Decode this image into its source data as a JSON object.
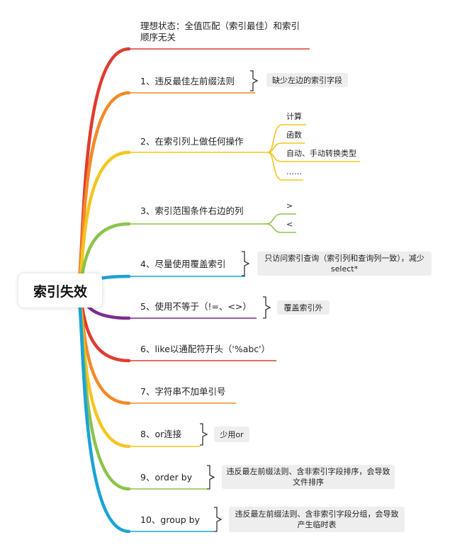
{
  "root": {
    "label": "索引失效"
  },
  "branches": [
    {
      "label": "理想状态：全值匹配（索引最佳）和索引",
      "label2": "顺序无关",
      "color": "#e03b2f"
    },
    {
      "label": "1、违反最佳左前缀法则",
      "color": "#f28a28",
      "note": "缺少左边的索引字段"
    },
    {
      "label": "2、在索引列上做任何操作",
      "color": "#f5c51f",
      "children": [
        "计算",
        "函数",
        "自动、手动转换类型",
        "……"
      ]
    },
    {
      "label": "3、索引范围条件右边的列",
      "color": "#8bc34a",
      "children": [
        ">",
        "<"
      ]
    },
    {
      "label": "4、尽量使用覆盖索引",
      "color": "#1ba3d6",
      "note": "只访问索引查询（索引列和查询列一致），减少",
      "note2": "select*"
    },
    {
      "label": "5、使用不等于（!=、<>）",
      "color": "#7b2d8e",
      "note": "覆盖索引外"
    },
    {
      "label": "6、like以通配符开头（'%abc'）",
      "color": "#e03b2f"
    },
    {
      "label": "7、字符串不加单引号",
      "color": "#f28a28"
    },
    {
      "label": "8、or连接",
      "color": "#f5c51f",
      "note": "少用or"
    },
    {
      "label": "9、order by",
      "color": "#8bc34a",
      "note": "违反最左前缀法则、含非索引字段排序，会导致",
      "note2": "文件排序"
    },
    {
      "label": "10、group by",
      "color": "#1ba3d6",
      "note": "违反最左前缀法则、含非索引字段分组，会导致",
      "note2": "产生临时表"
    }
  ]
}
